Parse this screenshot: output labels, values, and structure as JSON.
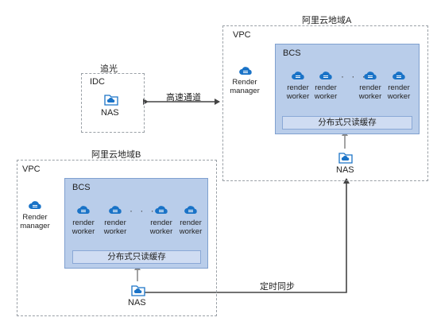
{
  "idc": {
    "caption": "追光",
    "label": "IDC",
    "nas_label": "NAS"
  },
  "link_idc_to_a": "高速通道",
  "region_a": {
    "title": "阿里云地域A",
    "vpc_label": "VPC",
    "render_manager": [
      "Render",
      "manager"
    ],
    "bcs_label": "BCS",
    "workers": [
      [
        "render",
        "worker"
      ],
      [
        "render",
        "worker"
      ],
      [
        "render",
        "worker"
      ],
      [
        "render",
        "worker"
      ]
    ],
    "dots": "· · · ·",
    "cache_label": "分布式只读缓存",
    "nas_label": "NAS"
  },
  "region_b": {
    "title": "阿里云地域B",
    "vpc_label": "VPC",
    "render_manager": [
      "Render",
      "manager"
    ],
    "bcs_label": "BCS",
    "workers": [
      [
        "render",
        "worker"
      ],
      [
        "render",
        "worker"
      ],
      [
        "render",
        "worker"
      ],
      [
        "render",
        "worker"
      ]
    ],
    "dots": "· · · ·",
    "cache_label": "分布式只读缓存",
    "nas_label": "NAS"
  },
  "link_sync": "定时同步",
  "colors": {
    "icon_blue": "#1a73c7",
    "bcs_fill": "#b9cdea",
    "cache_fill": "#cfdcf2",
    "arrow_gray": "#8c8c8c",
    "arrow_dark": "#444444",
    "dashed_border": "#9aa0a6"
  },
  "icons": {
    "render_manager": "cloud-server-icon",
    "render_worker": "cloud-server-icon",
    "nas": "nas-storage-icon"
  }
}
